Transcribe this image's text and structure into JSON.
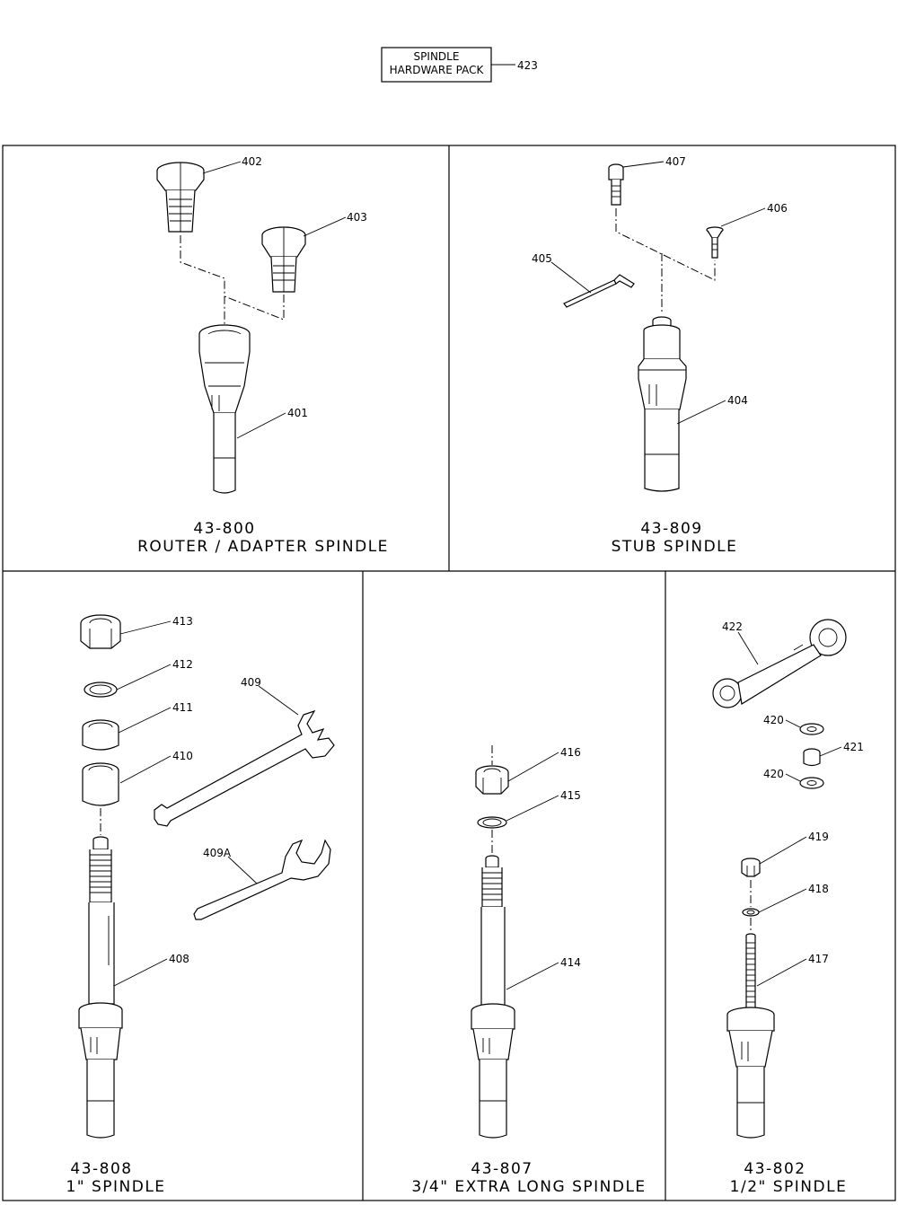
{
  "hardware_pack": {
    "line1": "SPINDLE",
    "line2": "HARDWARE PACK",
    "ref": "423"
  },
  "panels": {
    "router": {
      "model": "43-800",
      "name": "ROUTER / ADAPTER SPINDLE"
    },
    "stub": {
      "model": "43-809",
      "name": "STUB SPINDLE"
    },
    "one_inch": {
      "model": "43-808",
      "name": "1\" SPINDLE"
    },
    "extra_long": {
      "model": "43-807",
      "name": "3/4\" EXTRA LONG SPINDLE"
    },
    "half_inch": {
      "model": "43-802",
      "name": "1/2\" SPINDLE"
    }
  },
  "parts": {
    "p401": "401",
    "p402": "402",
    "p403": "403",
    "p404": "404",
    "p405": "405",
    "p406": "406",
    "p407": "407",
    "p408": "408",
    "p409": "409",
    "p409a": "409A",
    "p410": "410",
    "p411": "411",
    "p412": "412",
    "p413": "413",
    "p414": "414",
    "p415": "415",
    "p416": "416",
    "p417": "417",
    "p418": "418",
    "p419": "419",
    "p420a": "420",
    "p420b": "420",
    "p421": "421",
    "p422": "422"
  }
}
